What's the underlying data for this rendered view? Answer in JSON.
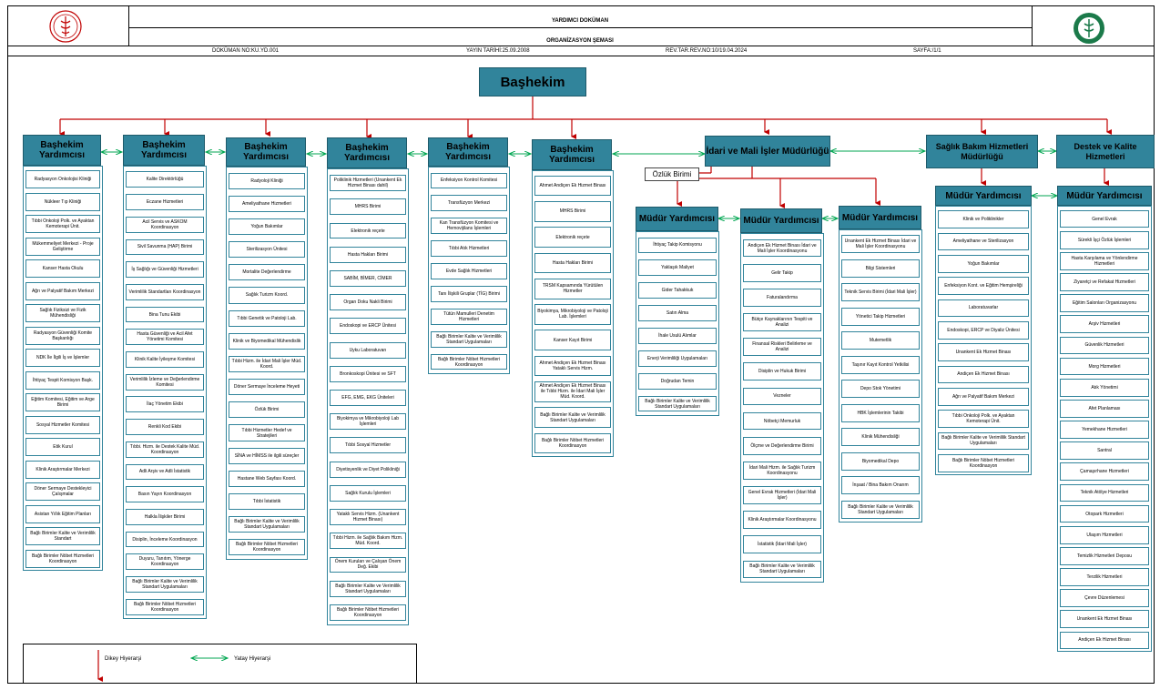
{
  "header": {
    "title": "YARDIMCI DOKÜMAN",
    "subtitle": "ORGANİZASYON ŞEMASI",
    "doc_no": "DOKÜMAN NO:KU.YD.001",
    "publish_date": "YAYIN TARİHİ:25.09.2008",
    "revision": "REV.TAR.REV.NO:10/19.04.2024",
    "page": "SAYFA:/1/1"
  },
  "root": {
    "label": "Başhekim"
  },
  "columns": [
    {
      "title": "Başhekim Yardımcısı",
      "items": [
        "Radyasyon Onkolojisi Kliniği",
        "Nükleer Tıp Kliniği",
        "Tıbbi Onkoloji Polk. ve Ayaktan Kemoterapi Ünit.",
        "Mükemmeliyet Merkezi - Proje Geliştirme",
        "Kanser Hasta Okulu",
        "Ağrı ve Palyatif Bakım Merkezi",
        "Sağlık Fiziksizi ve Fizik Mühendisliği",
        "Radyasyon Güvenliği Komite Başkanlığı",
        "NDK İle İlgili İş ve İşlemler",
        "İhtiyaç Tespit Komisyon Başk.",
        "Eğitim Komitesi, Eğitim ve Arge Birimi",
        "Sosyal Hizmetler Komitesi",
        "Etik Kurul",
        "Klinik Araştırmalar Merkezi",
        "Döner Sermaye Destekleyici Çalışmalar",
        "Asistan Yıllık Eğitim Planları",
        "Bağlı Birimler Kalite ve Verimlilik Standart",
        "Bağlı Birimler Nöbet Hizmetleri Koordinasyon"
      ]
    },
    {
      "title": "Başhekim Yardımcısı",
      "items": [
        "Kalite Direktörlüğü",
        "Eczane Hizmetleri",
        "Acil Servis ve ASKOM Koordinasyon",
        "Sivil Savunma (HAP) Birimi",
        "İş Sağlığı ve Güvenliği Hizmetleri",
        "Verimlilik Standartları Koordinasyon",
        "Bina Tunu Ekibi",
        "Hasta Güvenliği ve Acil Afet Yönetimi Komitesi",
        "Klinik Kalite İyileşme Komitesi",
        "Verimlilik İzleme ve Değerlendirme Komitesi",
        "İlaç Yönetim Ekibi",
        "Renkli Kod Ekibi",
        "Tıbbi. Hizm. ile Destek Kalite Müd. Koordinasyon",
        "Adli Arşiv ve Adli İstatistik",
        "Basın Yayın Koordinasyon",
        "Halkla İlişkiler Birimi",
        "Disiplin, İnceleme Koordinasyon",
        "Duyuru, Tanıtım, Yönerge Koordinasyon",
        "Bağlı Birimler Kalite ve Verimlilik Standart Uygulamaları",
        "Bağlı Birimler Nöbet Hizmetleri Koordinasyon"
      ]
    },
    {
      "title": "Başhekim Yardımcısı",
      "items": [
        "Radyoloji Kliniği",
        "Ameliyathane Hizmetleri",
        "Yoğun Bakımlar",
        "Sterilizasyon Ünitesi",
        "Mortalite Değerlendirme",
        "Sağlık Turizm Koord.",
        "Tıbbi Genetik ve Patoloji Lab.",
        "Klinik ve Biyomedikal Mühendislik",
        "Tıbbi Hizm. ile İdari Mali İşler Müd. Koord.",
        "Döner Sermaye İnceleme Heyeti",
        "Özlük Birimi",
        "Tıbbi Hizmetler Hedef ve Stratejileri",
        "SİNA ve HİMSS ile ilgili süreçler",
        "Hastane Web Sayfası Koord.",
        "Tıbbi İstatistik",
        "Bağlı Birimler Kalite ve Verimlilik Standart Uygulamaları",
        "Bağlı Birimler Nöbet Hizmetleri Koordinasyon"
      ]
    },
    {
      "title": "Başhekim Yardımcısı",
      "items": [
        "Poliklinik Hizmetleri (Unankent Ek Hizmet Binası dahil)",
        "MHRS Birimi",
        "Elektronik reçete",
        "Hasta Hakları Birimi",
        "SABİM, BİMER, CİMER",
        "Organ Doku Nakli Birimi",
        "Endoskopi ve ERCP Ünitesi",
        "Uyku Laboratuvarı",
        "Bronkoskopi Ünitesi ve SFT",
        "EFG, EMG, EKG Üniteleri",
        "Biyokimya ve Mikrobiyoloji Lab İşlemleri",
        "Tıbbi Sosyal Hizmetler",
        "Diyetisyenlik ve Diyet Polikliniği",
        "Sağlık Kurulu İşlemleri",
        "Yataklı Servis Hizm. (Unankent Hizmet Binası)",
        "Tıbbi Hizm. ile Sağlık Bakım Hizm. Müd. Koord.",
        "Önem Kuruları ve Çalışan Önem Değ. Ekibi",
        "Bağlı Birimler Kalite ve Verimlilik Standart Uygulamaları",
        "Bağlı Birimler Nöbet Hizmetleri Koordinasyon"
      ]
    },
    {
      "title": "Başhekim Yardımcısı",
      "items": [
        "Enfeksiyon Kontrol Komitesi",
        "Transfüzyon Merkezi",
        "Kan Transfüzyon Komitesi ve Hemovijilans İşlemleri",
        "Tıbbi Atık Hizmetleri",
        "Evde Sağlık Hizmetleri",
        "Tanı İlişkili Gruplar (TİG) Birimi",
        "Tütün Mamulleri Denetim Hizmetleri",
        "Bağlı Birimler Kalite ve Verimlilik Standart Uygulamaları",
        "Bağlı Birimler Nöbet Hizmetleri Koordinasyon"
      ]
    },
    {
      "title": "Başhekim Yardımcısı",
      "items": [
        "Ahmet Andiçen Ek Hizmet Binası",
        "MHRS Birimi",
        "Elektronik reçete",
        "Hasta Hakları Birimi",
        "TRSM Kapsamında Yürütülen Hizmetler",
        "Biyokimya, Mikrobiyoloji ve Patoloji Lab. İşlemleri",
        "Kanser Kayıt Birimi",
        "Ahmet Andiçen Ek Hizmet Binası Yataklı Servis Hizm.",
        "Ahmet Andiçen Ek Hizmet Binası ile Tıbbi Hizm. ile İdari Mali İşler Müd. Koord.",
        "Bağlı Birimler Kalite ve Verimlilik Standart Uygulamaları",
        "Bağlı Birimler Nöbet Hizmetleri Koordinasyon"
      ]
    },
    {
      "title": "Müdür Yardımcısı",
      "items": [
        "İhtiyaç Takip Komisyonu",
        "Yaklaşık Maliyet",
        "Gider Tahakkuk",
        "Satın Alma",
        "İhale Usulü Alımlar",
        "Enerji Verimliliği Uygulamaları",
        "Doğrudan Temin",
        "Bağlı Birimler Kalite ve Verimlilik Standart Uygulamaları"
      ]
    },
    {
      "title": "Müdür Yardımcısı",
      "items": [
        "Andiçen Ek Hizmet Binası İdari ve Mali İşler Koordinasyonu",
        "Gelir Takip",
        "Faturalandırma",
        "Bütçe Kaynaklarının Tespiti ve Analizi",
        "Finansal Riskleri Belirleme ve Analizi",
        "Disiplin ve Hukuk Birimi",
        "Vezneler",
        "Nöbetçi Memurluk",
        "Ölçme ve Değerlendirme Birimi",
        "İdari Mali Hizm. ile Sağlık Turizm Koordinasyonu",
        "Genel Evrak Hizmetleri (İdari Mali İşler)",
        "Klinik Araştırmalar Koordinasyonu",
        "İstatistik (İdari Mali İşler)",
        "Bağlı Birimler Kalite ve Verimlilik Standart Uygulamaları"
      ]
    },
    {
      "title": "Müdür Yardımcısı",
      "items": [
        "Unankent Ek Hizmet Binası İdari ve Mali İşler Koordinasyonu",
        "Bilgi Sistemleri",
        "Teknik Servis Birimi (İdari Mali İşler)",
        "Yönetici Takip Hizmetleri",
        "Mutemetlik",
        "Taşınır Kayıt Kontrol Yetkilisi",
        "Depo Stok Yönetimi",
        "HBK İşlemlerinin Takibi",
        "Klinik Mühendisliği",
        "Biyomedikal Depo",
        "İnşaat / Bina Bakım Onarım",
        "Bağlı Birimler Kalite ve Verimlilik Standart Uygulamaları"
      ]
    },
    {
      "title": "Müdür Yardımcısı",
      "items": [
        "Klinik ve Poliklinikler",
        "Ameliyathane ve Sterilizasyon",
        "Yoğun Bakımlar",
        "Enfeksiyon Kont. ve Eğitim Hemşireliği",
        "Laboratuvarlar",
        "Endoskopi, ERCP ve Diyaliz Ünitesi",
        "Unankent Ek Hizmet Binası",
        "Andiçen Ek Hizmet Binası",
        "Ağrı ve Palyatif Bakım Merkezi",
        "Tıbbi Onkoloji Polk. ve Ayaktan Kemoterapi Ünit.",
        "Bağlı Birimler Kalite ve Verimlilik Standart Uygulamaları",
        "Bağlı Birimler Nöbet Hizmetleri Koordinasyon"
      ]
    },
    {
      "title": "Müdür Yardımcısı",
      "items": [
        "Genel Evrak",
        "Sürekli İşçi Özlük İşlemleri",
        "Hasta Karşılama ve Yönlendirme Hizmetleri",
        "Ziyaretçi ve Refakat Hizmetleri",
        "Eğitim Salonları Organizasyonu",
        "Arşiv Hizmetleri",
        "Güvenlik Hizmetleri",
        "Morg Hizmetleri",
        "Atık Yönetimi",
        "Afet Planlaması",
        "Yemekhane Hizmetleri",
        "Santral",
        "Çamaşırhane Hizmetleri",
        "Teknik Atölye Hizmetleri",
        "Otopark Hizmetleri",
        "Ulaşım Hizmetleri",
        "Temizlik Hizmetleri Deposu",
        "Terzilik Hizmetleri",
        "Çevre Düzenlemesi",
        "Unankent Ek Hizmet Binası",
        "Andiçen Ek Hizmet Binası"
      ]
    }
  ],
  "directorates": [
    {
      "title": "İdari ve Mali İşler Müdürlüğü"
    },
    {
      "title": "Sağlık Bakım Hizmetleri Müdürlüğü"
    },
    {
      "title": "Destek ve Kalite Hizmetleri"
    }
  ],
  "ozluk": "Özlük Birimi",
  "legend": {
    "vertical": "Dikey Hiyerarşi",
    "horizontal": "Yatay Hiyerarşi"
  },
  "colors": {
    "box": "#31849b",
    "vertical": "#c00000",
    "horizontal": "#00a651"
  }
}
